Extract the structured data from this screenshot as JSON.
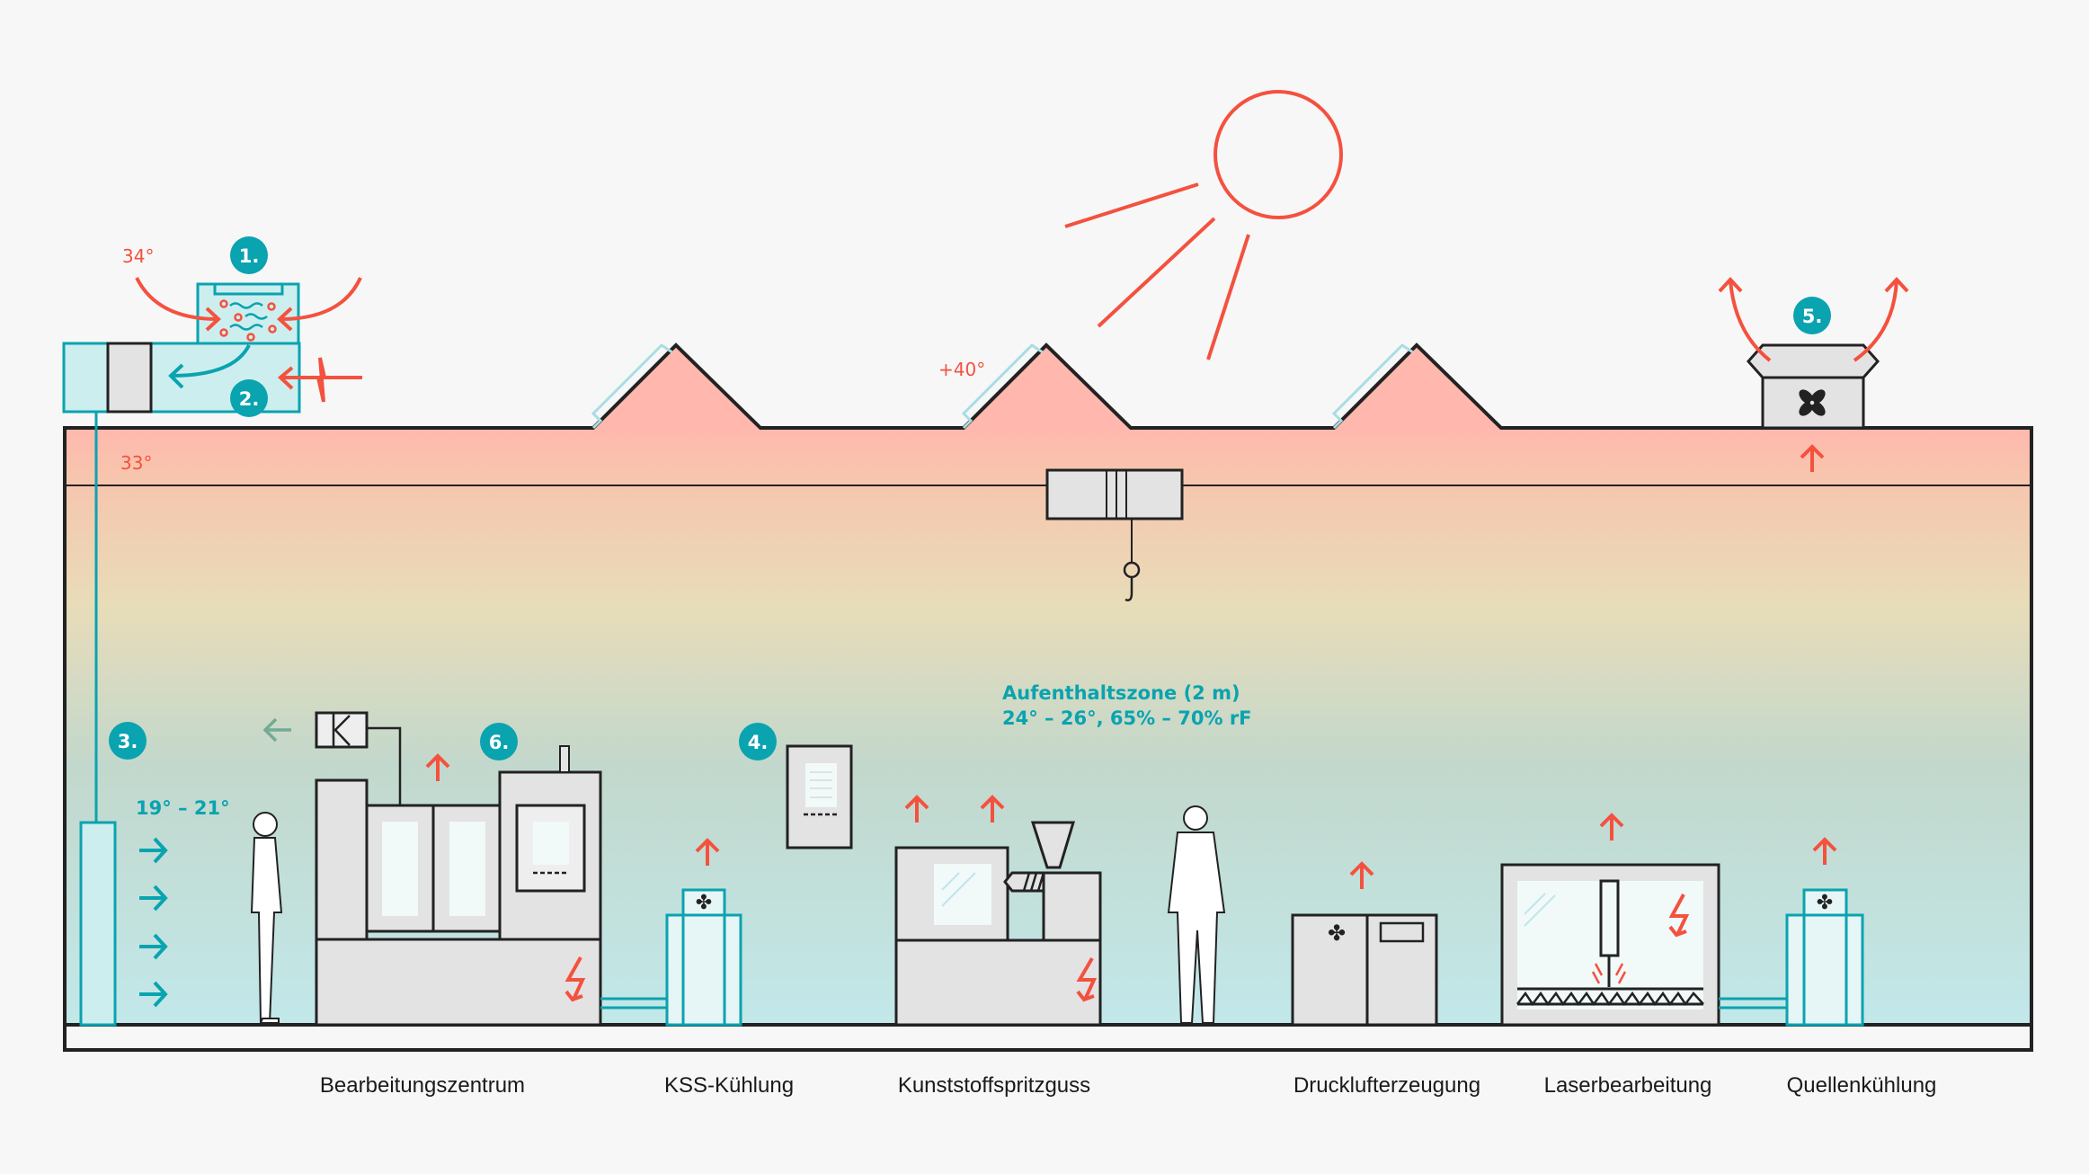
{
  "diagram": {
    "type": "factory-hall-climate-section",
    "colors": {
      "accent_red": "#f4513f",
      "accent_teal": "#0aa3b0",
      "hot_zone": "#ffb7ae",
      "mid_zone": "#e8dcb9",
      "cool_zone": "#c2e6e8",
      "machine_fill": "#e3e3e3",
      "outline": "#222222",
      "background": "#f7f7f7"
    },
    "temperatures": {
      "outside": "34°",
      "roof_glass": "+40°",
      "ceiling_zone": "33°",
      "supply_air": "19° – 21°"
    },
    "occupancy_zone": {
      "title": "Aufenthaltszone (2 m)",
      "conditions": "24° – 26°, 65% – 70% rF"
    },
    "badges": [
      "1.",
      "2.",
      "3.",
      "4.",
      "5.",
      "6."
    ],
    "machines": [
      {
        "label": "Bearbeitungszentrum"
      },
      {
        "label": "KSS-Kühlung"
      },
      {
        "label": "Kunststoffspritzguss"
      },
      {
        "label": "Drucklufterzeugung"
      },
      {
        "label": "Laserbearbeitung"
      },
      {
        "label": "Quellenkühlung"
      }
    ]
  }
}
